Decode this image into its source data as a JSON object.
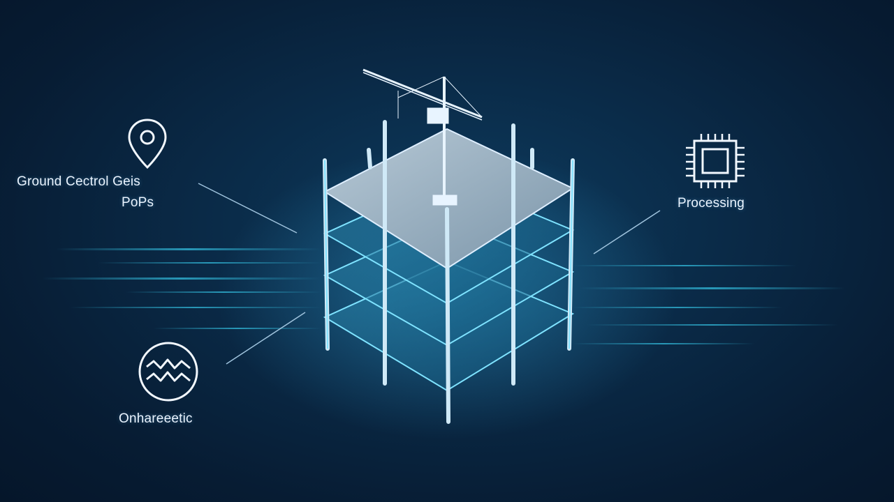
{
  "labels": {
    "ground_control_line1": "Ground Cectrol Geis",
    "ground_control_line2": "PoPs",
    "processing": "Processing",
    "bottom_left": "Onhareeetic"
  },
  "icons": {
    "top_left": "location-pin-icon",
    "right": "cpu-chip-icon",
    "bottom_left": "waveform-circle-icon"
  },
  "colors": {
    "background": "#0a2a47",
    "accent": "#5fd8f5",
    "line": "#9fc3dd"
  }
}
